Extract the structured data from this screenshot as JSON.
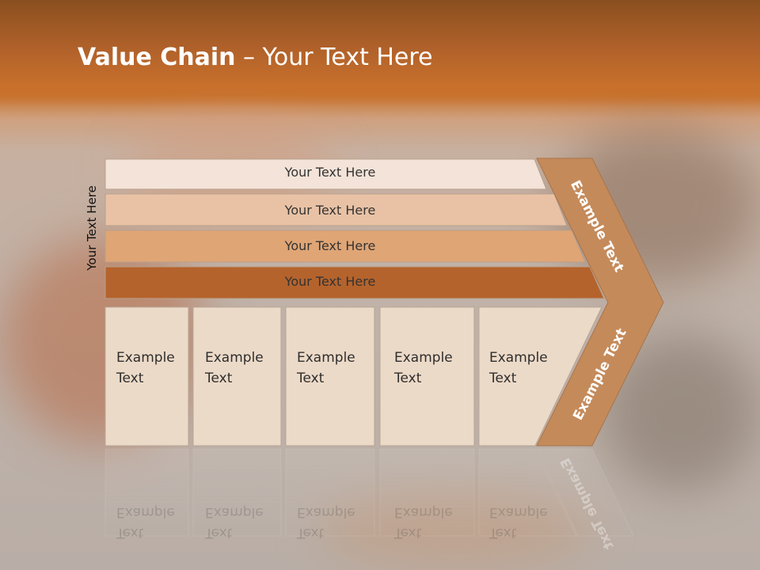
{
  "slide": {
    "title_bold": "Value Chain",
    "title_rest": " – Your Text Here",
    "side_label": "Your Text Here"
  },
  "bars": [
    {
      "label": "Your Text Here",
      "color": "#f3e3d8"
    },
    {
      "label": "Your Text Here",
      "color": "#e9c2a5"
    },
    {
      "label": "Your Text Here",
      "color": "#e0a575"
    },
    {
      "label": "Your Text Here",
      "color": "#b5632c"
    }
  ],
  "boxes": [
    {
      "line1": "Example",
      "line2": "Text"
    },
    {
      "line1": "Example",
      "line2": "Text"
    },
    {
      "line1": "Example",
      "line2": "Text"
    },
    {
      "line1": "Example",
      "line2": "Text"
    },
    {
      "line1": "Example",
      "line2": "Text"
    }
  ],
  "chevron": {
    "upper_label": "Example Text",
    "lower_label": "Example Text",
    "color": "#c58a5a"
  },
  "colors": {
    "box_fill": "#ecdac8",
    "box_stroke": "#b9a594"
  }
}
